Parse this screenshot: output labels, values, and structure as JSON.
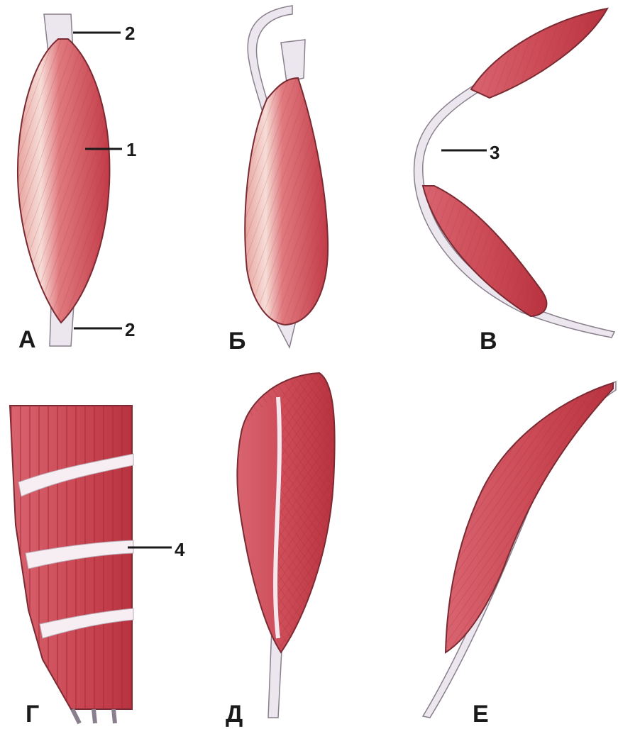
{
  "colors": {
    "muscle": "#cc4b57",
    "muscle_dark": "#b8333f",
    "muscle_light": "#f2c9c4",
    "tendon": "#ece6ef",
    "outline": "#7a2a32",
    "label": "#1a1a1a"
  },
  "panels": {
    "a": "А",
    "b": "Б",
    "v": "В",
    "g": "Г",
    "d": "Д",
    "e": "Е"
  },
  "callouts": {
    "belly": "1",
    "tendon_top": "2",
    "tendon_bottom": "2",
    "intermediate_tendon": "3",
    "tendinous_bridge": "4"
  }
}
